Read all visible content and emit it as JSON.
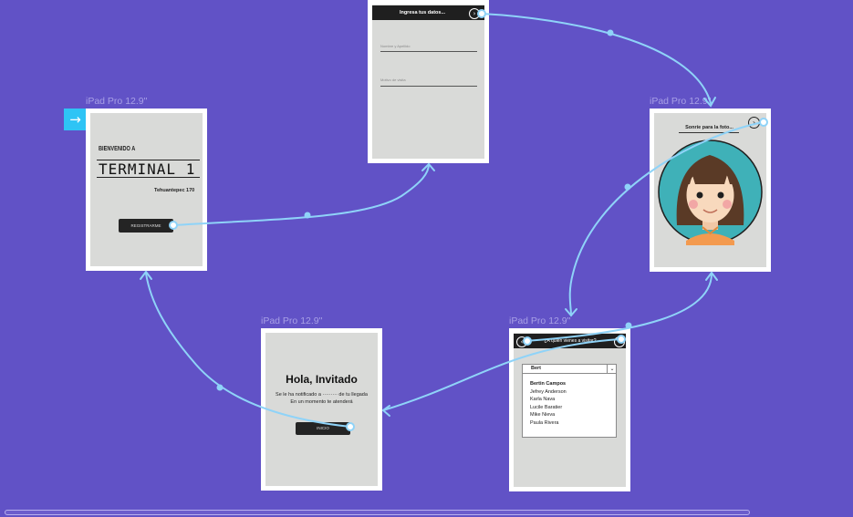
{
  "artboards": [
    {
      "label": "iPad Pro 12.9\""
    },
    {
      "label": ""
    },
    {
      "label": "iPad Pro 12.9\""
    },
    {
      "label": "iPad Pro 12.9\""
    },
    {
      "label": "iPad Pro 12.9\""
    }
  ],
  "welcome": {
    "greeting": "BIENVENIDO A",
    "brand": "TERMINAL",
    "brand_num": "1",
    "address": "Tehuantepec 170",
    "register_label": "REGISTRARME"
  },
  "form": {
    "title": "Ingresa tus datos...",
    "name_placeholder": "Nombre y Apellido",
    "reason_placeholder": "Motivo de visita"
  },
  "photo": {
    "title": "Sonríe para la foto..."
  },
  "host": {
    "title": "¿A quién vienes a visitar?",
    "search_value": "Bert",
    "results": [
      "Bertin Campos",
      "Jefrey Anderson",
      "Karla Nava",
      "Lucile Baratier",
      "Mike Nieva",
      "Paula Rivera"
    ]
  },
  "done": {
    "title": "Hola, Invitado",
    "line1": "Se le ha notificado a ········· de tu llegada",
    "line2": "En un momento te atenderá",
    "button_label": "INICIO"
  },
  "colors": {
    "canvas": "#6152c6",
    "wire": "#8fd3f8",
    "screen": "#d9dad8",
    "accent": "#2ec4f5"
  }
}
